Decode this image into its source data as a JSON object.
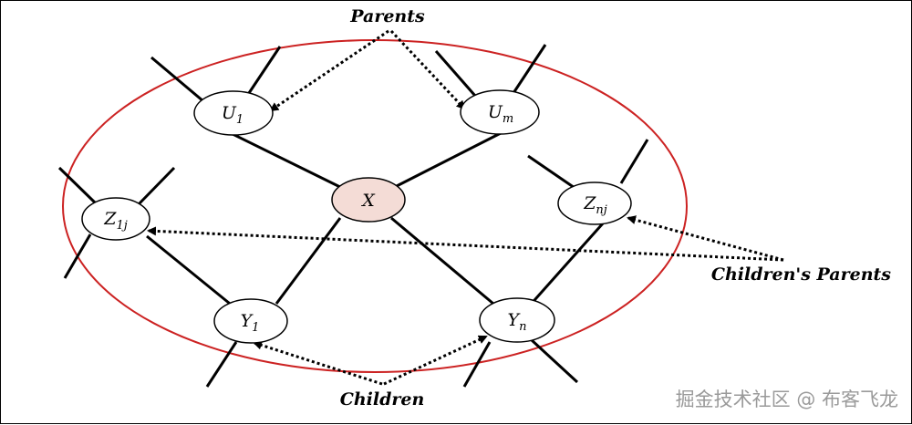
{
  "colors": {
    "blanket": "#cc2222",
    "target_fill": "#f4dcd6",
    "node_fill": "#ffffff",
    "stroke": "#000000"
  },
  "nodes": {
    "u1": {
      "main": "U",
      "sub": "1"
    },
    "um": {
      "main": "U",
      "sub": "m"
    },
    "x": {
      "main": "X",
      "sub": ""
    },
    "z1j": {
      "main": "Z",
      "sub": "1j"
    },
    "znj": {
      "main": "Z",
      "sub": "nj"
    },
    "y1": {
      "main": "Y",
      "sub": "1"
    },
    "yn": {
      "main": "Y",
      "sub": "n"
    }
  },
  "callouts": {
    "parents": "Parents",
    "children": "Children",
    "childrens_parents": "Children's Parents"
  },
  "watermark": "掘金技术社区 @ 布客飞龙"
}
